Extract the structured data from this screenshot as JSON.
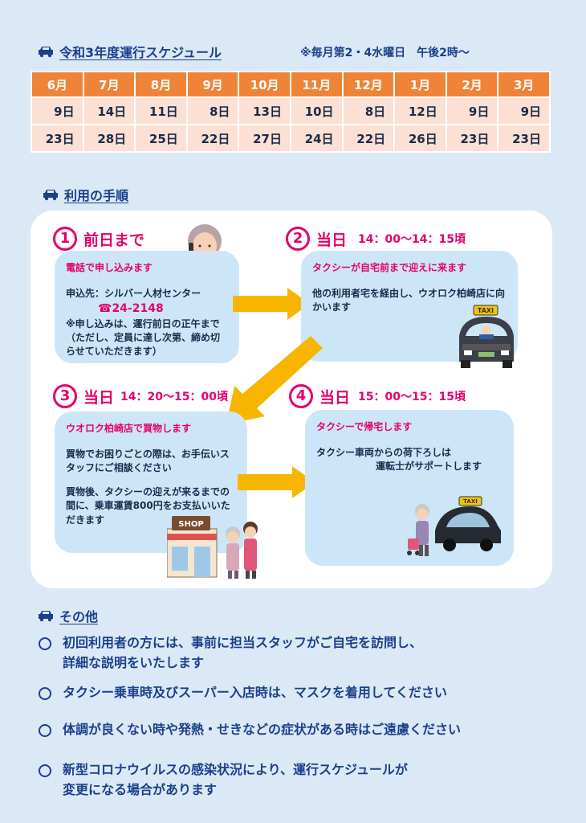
{
  "schedule": {
    "heading": "令和3年度運行スケジュール",
    "note": "※毎月第2・4水曜日　午後2時～",
    "months": [
      "6月",
      "7月",
      "8月",
      "9月",
      "10月",
      "11月",
      "12月",
      "1月",
      "2月",
      "3月"
    ],
    "row1": [
      "9日",
      "14日",
      "11日",
      "8日",
      "13日",
      "10日",
      "8日",
      "12日",
      "9日",
      "9日"
    ],
    "row2": [
      "23日",
      "28日",
      "25日",
      "22日",
      "27日",
      "24日",
      "22日",
      "26日",
      "23日",
      "23日"
    ]
  },
  "procedure": {
    "heading": "利用の手順",
    "steps": [
      {
        "num": "1",
        "label": "前日まで",
        "time": "",
        "subtitle": "電話で申し込みます",
        "line1": "申込先：シルバー人材センター",
        "tel": "☎24-2148",
        "line2": "※申し込みは、運行前日の正午まで（ただし、定員に達し次第、締め切らせていただきます）"
      },
      {
        "num": "2",
        "label": "当日",
        "time": "14：00～14：15頃",
        "subtitle": "タクシーが自宅前まで迎えに来ます",
        "line1": "他の利用者宅を経由し、ウオロク柏崎店に向かいます"
      },
      {
        "num": "3",
        "label": "当日",
        "time": "14：20～15：00頃",
        "subtitle": "ウオロク柏崎店で買物します",
        "line1": "買物でお困りごとの際は、お手伝いスタッフにご相談ください",
        "line2": "買物後、タクシーの迎えが来るまでの間に、乗車運賃800円をお支払いいただきます"
      },
      {
        "num": "4",
        "label": "当日",
        "time": "15：00～15：15頃",
        "subtitle": "タクシーで帰宅します",
        "line1": "タクシー車両からの荷下ろしは",
        "line2": "運転士がサポートします"
      }
    ],
    "taxi_sign": "TAXI",
    "shop_sign": "SHOP"
  },
  "other": {
    "heading": "その他",
    "items": [
      "初回利用者の方には、事前に担当スタッフがご自宅を訪問し、\n詳細な説明をいたします",
      "タクシー乗車時及びスーパー入店時は、マスクを着用してください",
      "体調が良くない時や発熱・せきなどの症状がある時はご遠慮ください",
      "新型コロナウイルスの感染状況により、運行スケジュールが\n変更になる場合があります"
    ]
  },
  "colors": {
    "background": "#dbe8f5",
    "heading_blue": "#1b3f8c",
    "accent_pink": "#e4006b",
    "month_orange": "#ef8439",
    "date_cell": "#fbe0d3",
    "bubble_blue": "#cce6f8",
    "arrow_yellow": "#f7b500"
  }
}
